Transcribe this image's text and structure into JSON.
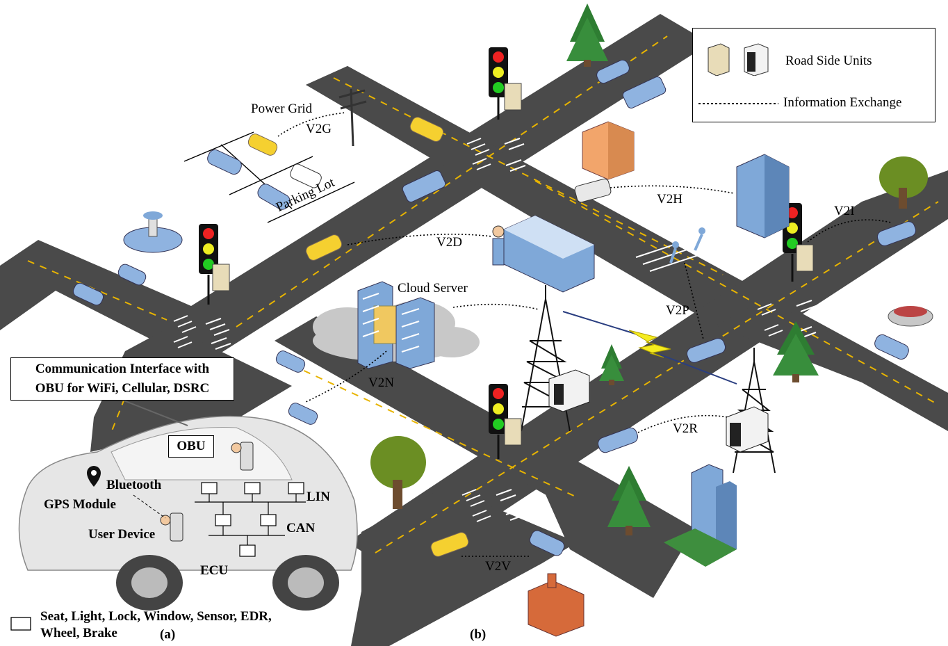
{
  "legend": {
    "rsu_label": "Road Side Units",
    "exchange_label": "Information Exchange"
  },
  "links": {
    "v2g": "V2G",
    "v2h": "V2H",
    "v2i": "V2I",
    "v2d": "V2D",
    "v2p": "V2P",
    "v2n": "V2N",
    "v2r": "V2R",
    "v2v": "V2V"
  },
  "places": {
    "power_grid": "Power Grid",
    "parking_lot": "Parking Lot",
    "cloud_server": "Cloud Server"
  },
  "vehicle": {
    "interface_line1": "Communication Interface with",
    "interface_line2": "OBU for WiFi, Cellular, DSRC",
    "obu": "OBU",
    "bluetooth": "Bluetooth",
    "gps": "GPS Module",
    "user_device": "User Device",
    "lin": "LIN",
    "can": "CAN",
    "ecu": "ECU",
    "ecu_legend_line1": "Seat, Light, Lock, Window, Sensor, EDR,",
    "ecu_legend_line2": "Wheel, Brake"
  },
  "captions": {
    "a": "(a)",
    "b": "(b)"
  },
  "colors": {
    "road": "#4a4a4a",
    "lane_mark": "#e8b400",
    "car_blue": "#8fb3e0",
    "taxi": "#f5d030",
    "tree": "#2e7d32",
    "building_blue": "#7fa8d8"
  }
}
